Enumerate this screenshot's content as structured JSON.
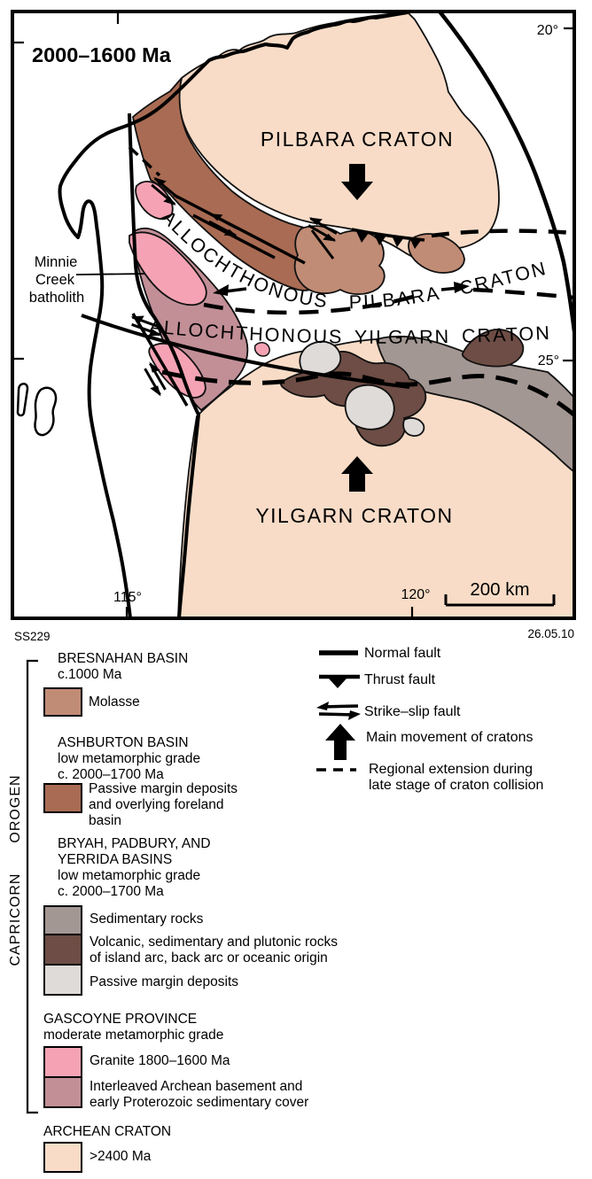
{
  "map": {
    "title": "2000–1600 Ma",
    "pilbara_label": "PILBARA CRATON",
    "yilgarn_label": "YILGARN CRATON",
    "allochthonous_pilbara": "ALLOCHTHONOUS PILBARA CRATON",
    "allochthonous_yilgarn": "ALLOCHTHONOUS YILGARN CRATON",
    "minnie_creek": {
      "line1": "Minnie",
      "line2": "Creek",
      "line3": "batholith"
    },
    "graticule": {
      "lat_20": "20°",
      "lat_25": "25°",
      "lon_115": "115°",
      "lon_120": "120°"
    },
    "scale_bar": "200 km",
    "footer_left": "SS229",
    "footer_right": "26.05.10"
  },
  "colors": {
    "archean": "#f8dcc7",
    "molasse": "#c18c75",
    "ashburton": "#a96b53",
    "sedimentary": "#a39793",
    "volcanic": "#6d4d45",
    "passive_margin": "#dfdbd9",
    "granite": "#f5a3b4",
    "interleaved": "#c28f97",
    "line": "#000000"
  },
  "legend": {
    "orogen_vertical": "OROGEN",
    "capricorn_vertical": "CAPRICORN",
    "bresnahan": {
      "title": "BRESNAHAN BASIN",
      "age": "c.1000 Ma",
      "molasse": "Molasse"
    },
    "ashburton": {
      "title": "ASHBURTON BASIN",
      "grade": "low metamorphic grade",
      "age": "c. 2000–1700 Ma",
      "item_line1": "Passive margin deposits",
      "item_line2": "and overlying foreland",
      "item_line3": "basin"
    },
    "bryah": {
      "title_line1": "BRYAH, PADBURY, AND",
      "title_line2": "YERRIDA BASINS",
      "grade": "low metamorphic grade",
      "age": "c. 2000–1700 Ma",
      "sedimentary": "Sedimentary rocks",
      "volcanic_line1": "Volcanic, sedimentary and plutonic rocks",
      "volcanic_line2": "of island arc, back arc or oceanic origin",
      "passive": "Passive margin deposits"
    },
    "gascoyne": {
      "title": "GASCOYNE PROVINCE",
      "grade": "moderate metamorphic grade",
      "granite": "Granite 1800–1600 Ma",
      "interleaved_line1": "Interleaved Archean basement and",
      "interleaved_line2": "early Proterozoic sedimentary cover"
    },
    "archean": {
      "title": "ARCHEAN CRATON",
      "age": ">2400 Ma"
    },
    "symbols": {
      "normal": "Normal fault",
      "thrust": "Thrust fault",
      "strike_slip": "Strike–slip fault",
      "movement": "Main movement of cratons",
      "regional_line1": "Regional extension during",
      "regional_line2": "late stage of craton collision"
    }
  }
}
